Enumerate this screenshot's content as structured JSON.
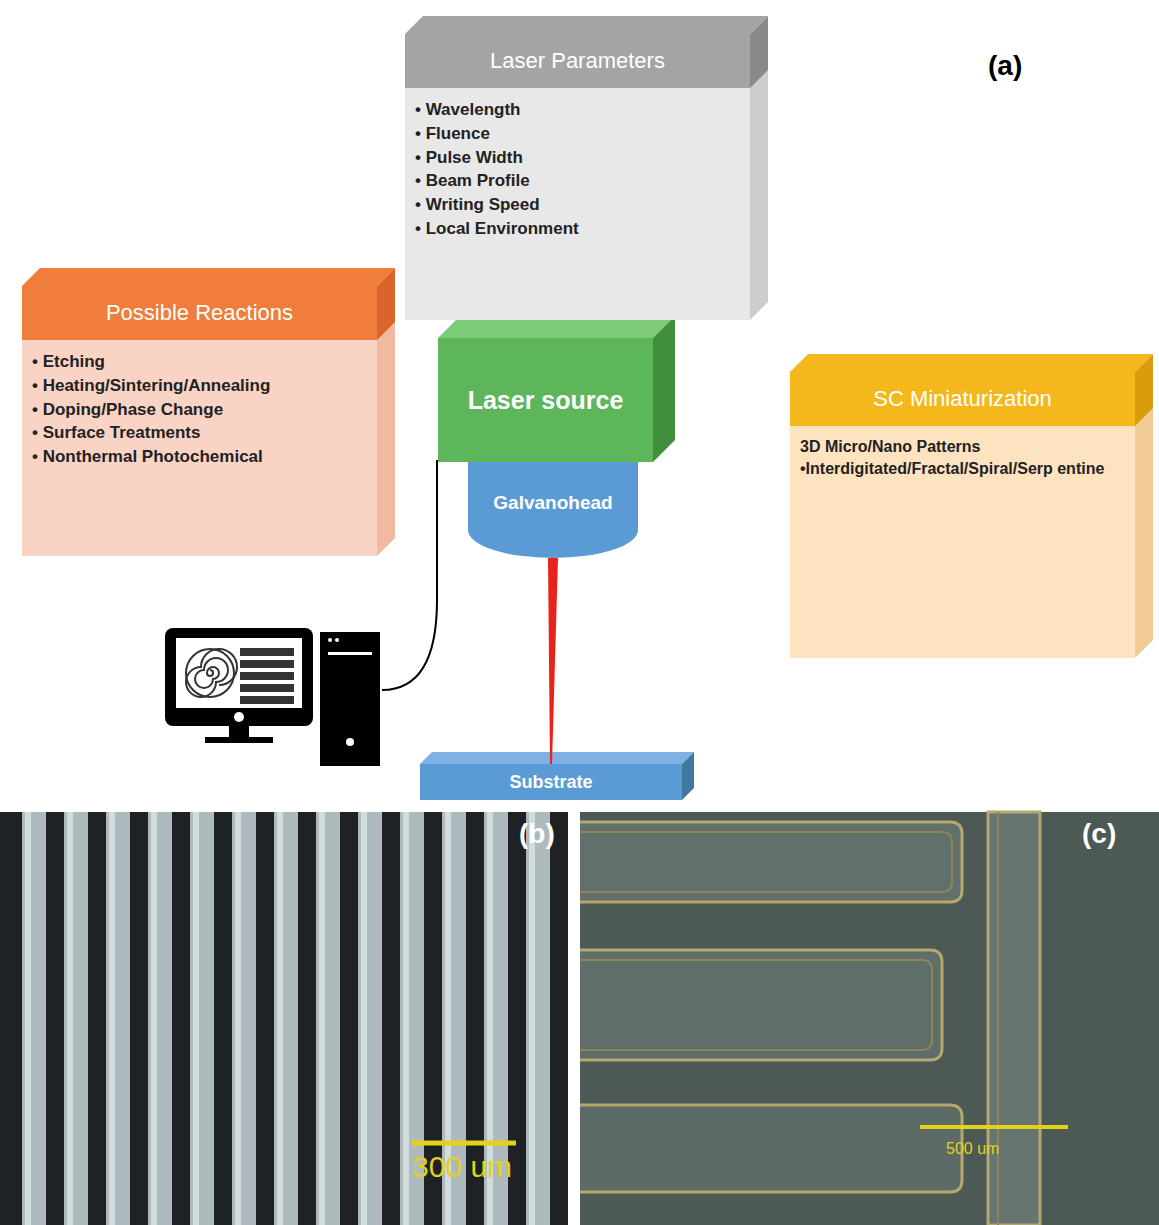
{
  "diagram": {
    "nodes": [
      {
        "text": [
          "Laser Parameters",
          "• Wavelength",
          "• Fluence",
          "• Pulse Width",
          "• Beam Profile",
          "• Writing Speed",
          "• Local Environment"
        ]
      },
      {
        "text": [
          "Possible Reactions",
          "• Etching",
          "• Heating/Sintering/Annealing",
          "• Doping/Phase Change",
          "• Surface Treatments",
          "• Nonthermal Photochemical"
        ]
      },
      {
        "text": [
          "Laser source"
        ]
      },
      {
        "text": [
          "Galvanohead"
        ]
      },
      {
        "text": [
          "SC Miniaturization",
          "3D Micro/Nano Patterns",
          "•Interdigitated/Fractal/Spiral/Serp entine"
        ]
      },
      {
        "text": [
          "Substrate"
        ]
      }
    ],
    "edges": [
      {
        "from": 3,
        "to": 5,
        "arrow": "none"
      }
    ],
    "labels": [
      "(a)",
      "(b)",
      "(c)",
      "300 um",
      "500 um"
    ]
  }
}
